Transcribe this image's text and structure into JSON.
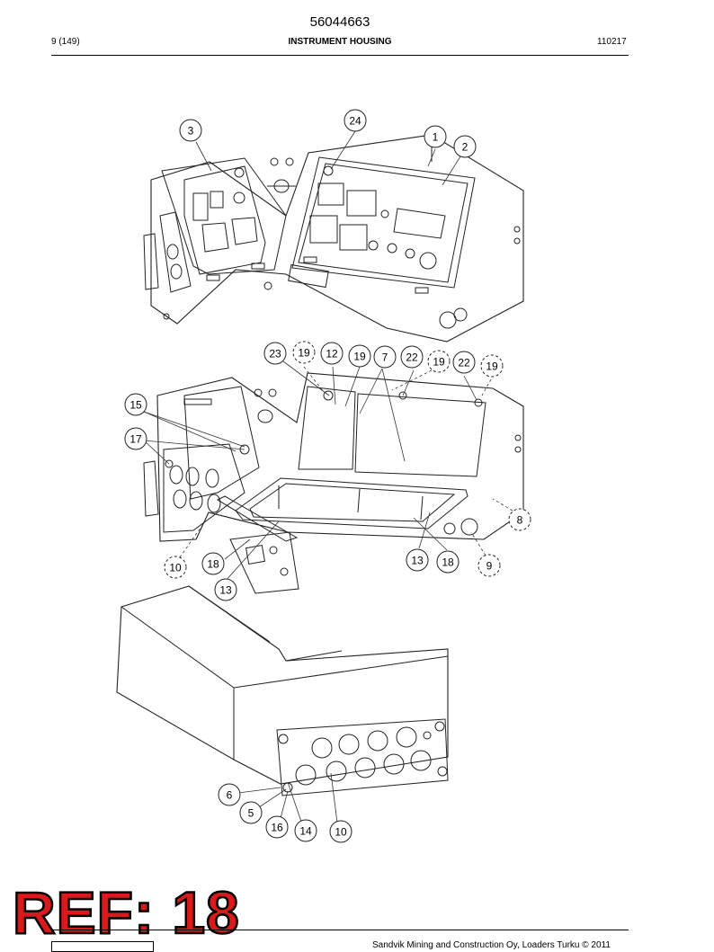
{
  "header": {
    "doc_number": "56044663",
    "page": "9 (149)",
    "title": "INSTRUMENT HOUSING",
    "code": "110217"
  },
  "callouts": [
    {
      "label": "1",
      "dashed": false
    },
    {
      "label": "2",
      "dashed": false
    },
    {
      "label": "3",
      "dashed": false
    },
    {
      "label": "24",
      "dashed": false
    },
    {
      "label": "23",
      "dashed": false
    },
    {
      "label": "19",
      "dashed": true
    },
    {
      "label": "12",
      "dashed": false
    },
    {
      "label": "19",
      "dashed": false
    },
    {
      "label": "7",
      "dashed": false
    },
    {
      "label": "22",
      "dashed": false
    },
    {
      "label": "19",
      "dashed": true
    },
    {
      "label": "22",
      "dashed": false
    },
    {
      "label": "19",
      "dashed": true
    },
    {
      "label": "15",
      "dashed": false
    },
    {
      "label": "17",
      "dashed": false
    },
    {
      "label": "8",
      "dashed": true
    },
    {
      "label": "10",
      "dashed": true
    },
    {
      "label": "18",
      "dashed": false
    },
    {
      "label": "13",
      "dashed": false
    },
    {
      "label": "13",
      "dashed": false
    },
    {
      "label": "18",
      "dashed": false
    },
    {
      "label": "9",
      "dashed": true
    },
    {
      "label": "6",
      "dashed": false
    },
    {
      "label": "5",
      "dashed": false
    },
    {
      "label": "16",
      "dashed": false
    },
    {
      "label": "14",
      "dashed": false
    },
    {
      "label": "10",
      "dashed": false
    }
  ],
  "stamp": {
    "text": "REF: 18"
  },
  "footer": {
    "text": "Sandvik Mining and Construction Oy, Loaders Turku © 2011"
  }
}
